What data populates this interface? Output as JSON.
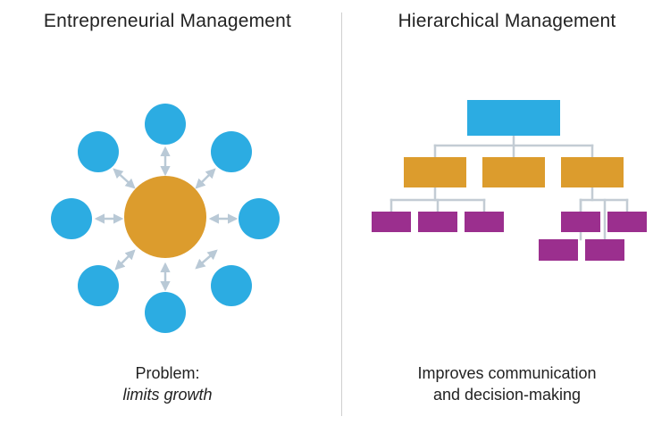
{
  "left_panel": {
    "title": "Entrepreneurial Management",
    "caption_line1": "Problem:",
    "caption_line2": "limits growth"
  },
  "right_panel": {
    "title": "Hierarchical Management",
    "caption_line1": "Improves communication",
    "caption_line2": "and decision-making"
  },
  "colors": {
    "center_node": "#dc9c2d",
    "outer_node": "#2cace2",
    "arrow": "#b9c9d6",
    "top_box": "#2cace2",
    "middle_box": "#dc9c2d",
    "bottom_box": "#9b2f8e",
    "connector": "#c3ccd4"
  }
}
